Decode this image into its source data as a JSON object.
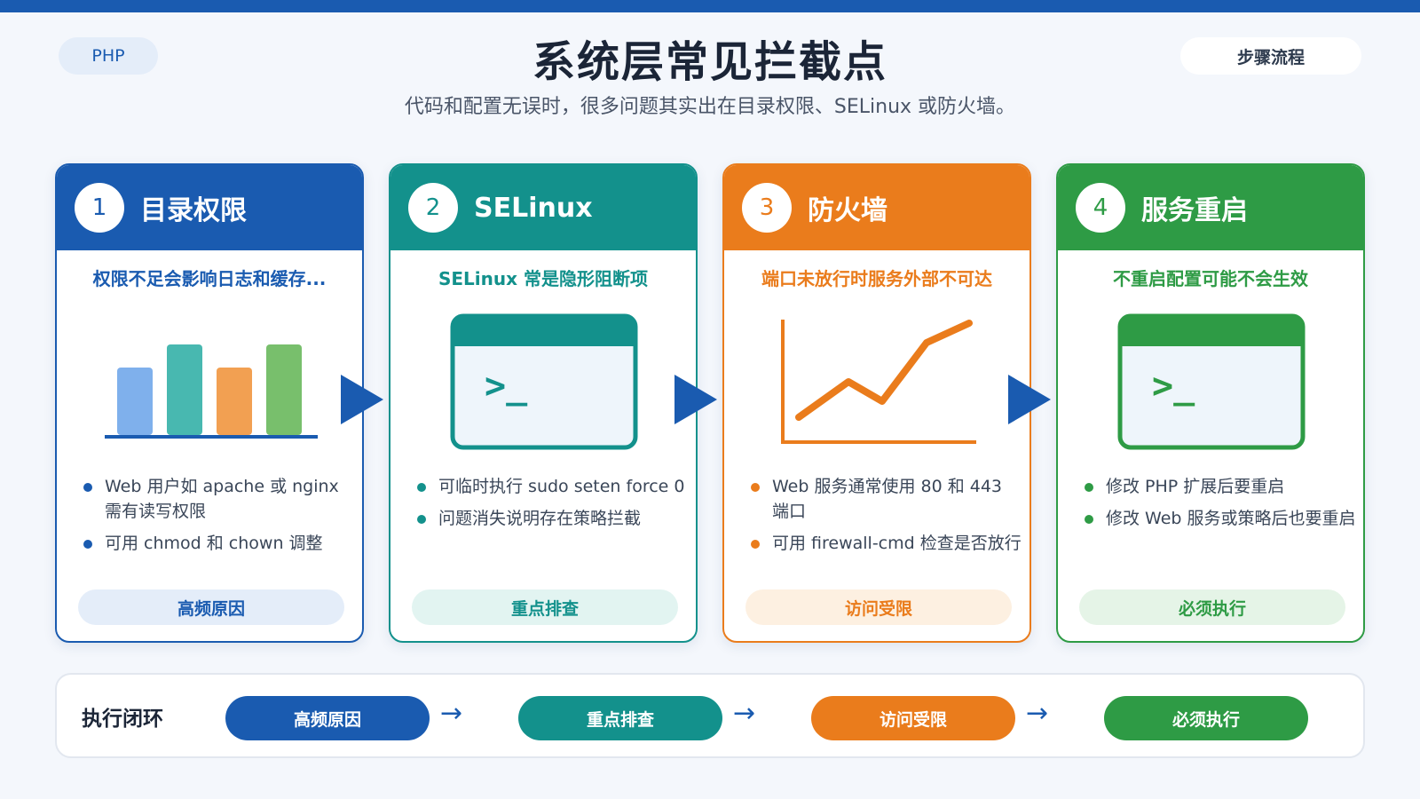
{
  "header": {
    "tag_left": "PHP",
    "tag_right": "步骤流程",
    "title": "系统层常见拦截点",
    "subtitle": "代码和配置无误时，很多问题其实出在目录权限、SELinux 或防火墙。"
  },
  "colors": {
    "blue": "#1a5bb0",
    "teal": "#13918c",
    "orange": "#ea7c1c",
    "green": "#2e9b45"
  },
  "cards": [
    {
      "num": "1",
      "title": "目录权限",
      "subtitle": "权限不足会影响日志和缓存...",
      "bullets": [
        "Web 用户如 apache 或 nginx 需有读写权限",
        "可用 chmod 和 chown 调整"
      ],
      "tag": "高频原因",
      "icon": "bar-chart-icon"
    },
    {
      "num": "2",
      "title": "SELinux",
      "subtitle": "SELinux 常是隐形阻断项",
      "bullets": [
        "可临时执行 sudo seten force 0",
        "问题消失说明存在策略拦截"
      ],
      "tag": "重点排查",
      "icon": "terminal-icon"
    },
    {
      "num": "3",
      "title": "防火墙",
      "subtitle": "端口未放行时服务外部不可达",
      "bullets": [
        "Web 服务通常使用 80 和 443 端口",
        "可用 firewall-cmd 检查是否放行"
      ],
      "tag": "访问受限",
      "icon": "line-chart-icon"
    },
    {
      "num": "4",
      "title": "服务重启",
      "subtitle": "不重启配置可能不会生效",
      "bullets": [
        "修改 PHP 扩展后要重启",
        "修改 Web 服务或策略后也要重启"
      ],
      "tag": "必须执行",
      "icon": "terminal-icon"
    }
  ],
  "loop": {
    "label": "执行闭环",
    "steps": [
      "高频原因",
      "重点排查",
      "访问受限",
      "必须执行"
    ]
  },
  "terminal_prompt": ">_"
}
